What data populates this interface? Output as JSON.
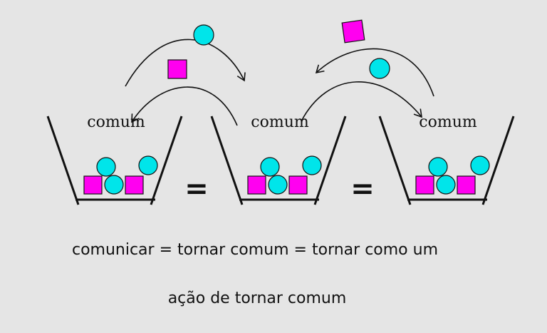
{
  "diagram": {
    "bucket_labels": [
      "comum",
      "comum",
      "comum"
    ],
    "equals_sign": "=",
    "caption_line1": "comunicar = tornar comum = tornar como um",
    "caption_line2": "ação de tornar comum"
  },
  "colors": {
    "background": "#e5e5e5",
    "circle": "#00e5ea",
    "square": "#ff00f0",
    "stroke": "#111111"
  }
}
